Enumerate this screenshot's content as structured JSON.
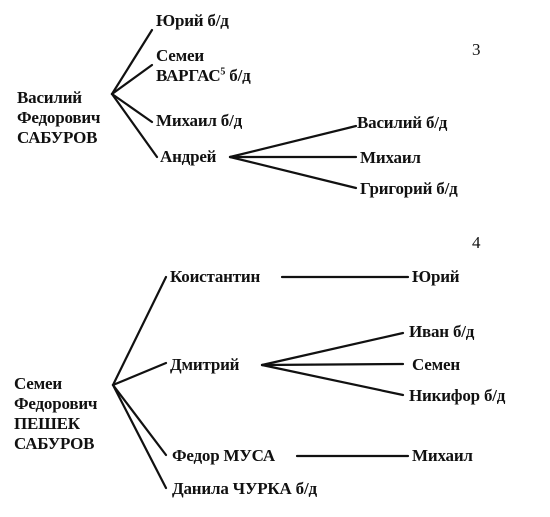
{
  "tree3": {
    "number": "3",
    "root": {
      "line1": "Василий",
      "line2": "Федорович",
      "line3": "САБУРОВ"
    },
    "yuriy": "Юрий б/д",
    "semen": {
      "line1": "Семеи",
      "line2_main": "ВАРГАС",
      "line2_sup": "5",
      "line2_tail": " б/д"
    },
    "mikhail": "Михаил б/д",
    "andrey": "Андрей",
    "andrey_children": {
      "vasiliy": "Василий б/д",
      "mikhail": "Михаил",
      "grigoriy": "Григорий б/д"
    }
  },
  "tree4": {
    "number": "4",
    "root": {
      "line1": "Семеи",
      "line2": "Федорович",
      "line3": "ПЕШЕК",
      "line4": "САБУРОВ"
    },
    "konstantin": "Коистантин",
    "konstantin_child": "Юрий",
    "dmitriy": "Дмитрий",
    "dmitriy_children": {
      "ivan": "Иван б/д",
      "semen": "Семен",
      "nikifor": "Никифор б/д"
    },
    "fedor": "Федор МУСА",
    "fedor_child": "Михаил",
    "danila": "Данила ЧУРКА б/д"
  }
}
